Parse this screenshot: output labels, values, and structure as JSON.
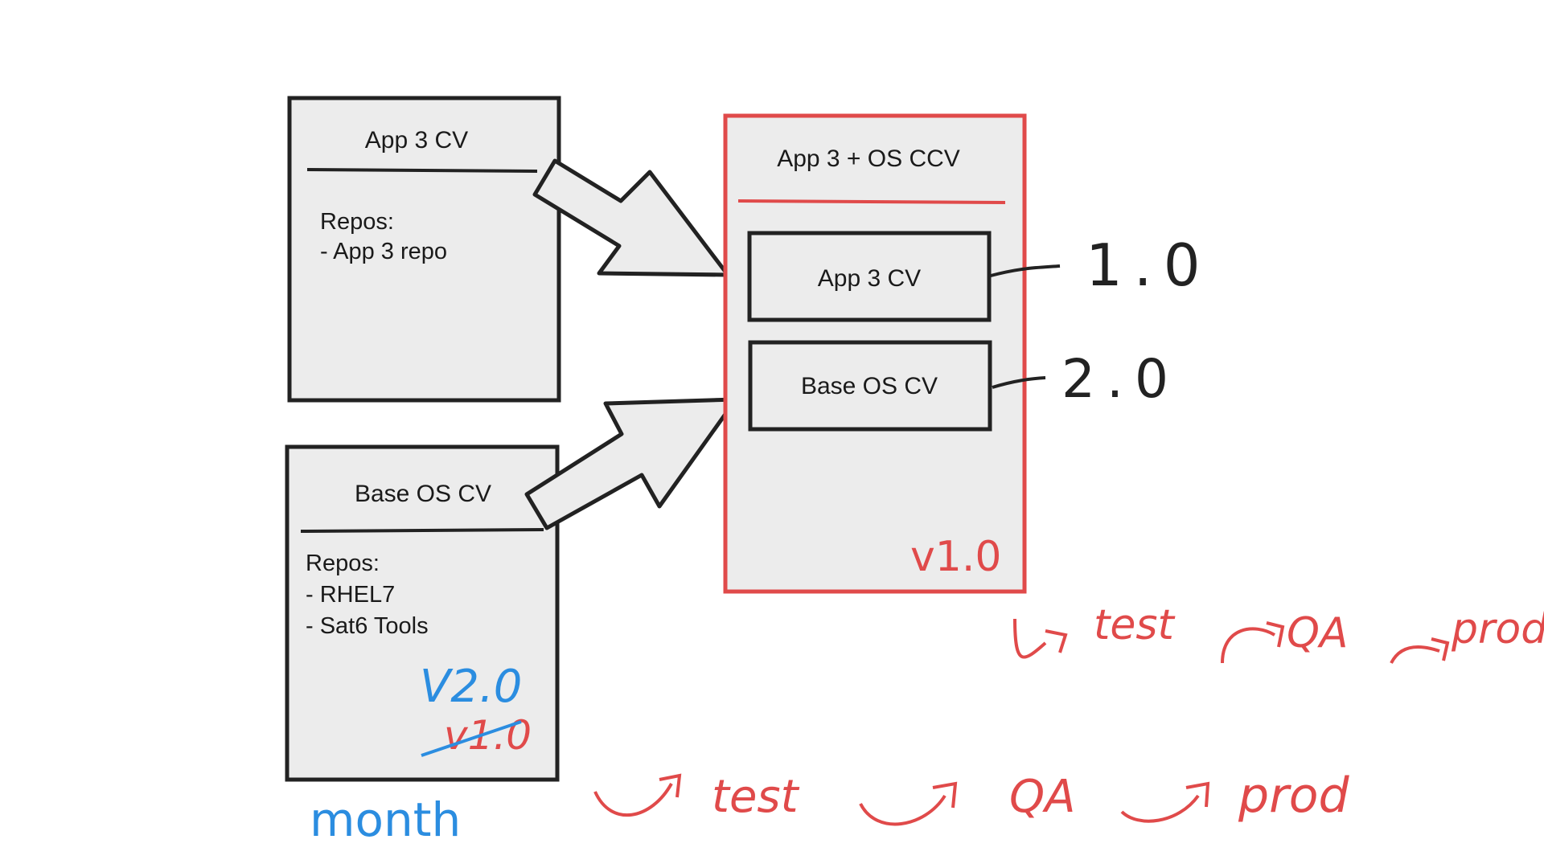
{
  "app3_box": {
    "title": "App 3 CV",
    "repos_heading": "Repos:",
    "repos": [
      "- App 3 repo"
    ]
  },
  "baseos_box": {
    "title": "Base OS CV",
    "repos_heading": "Repos:",
    "repos": [
      "- RHEL7",
      "- Sat6 Tools"
    ],
    "new_version": "V2.0",
    "old_version": "v1.0",
    "cadence": "month"
  },
  "ccv_box": {
    "title": "App 3 + OS CCV",
    "inner_app3": "App 3 CV",
    "inner_baseos": "Base OS CV",
    "version": "v1.0",
    "app3_version": "1.0",
    "baseos_version": "2.0"
  },
  "promotion_ccv": [
    "test",
    "QA",
    "prod"
  ],
  "promotion_baseos": [
    "test",
    "QA",
    "prod"
  ],
  "colors": {
    "box_fill": "#ececec",
    "box_stroke": "#222222",
    "ccv_stroke": "#e04a4a",
    "ink_red": "#e04a4a",
    "ink_blue": "#2b8de0"
  }
}
